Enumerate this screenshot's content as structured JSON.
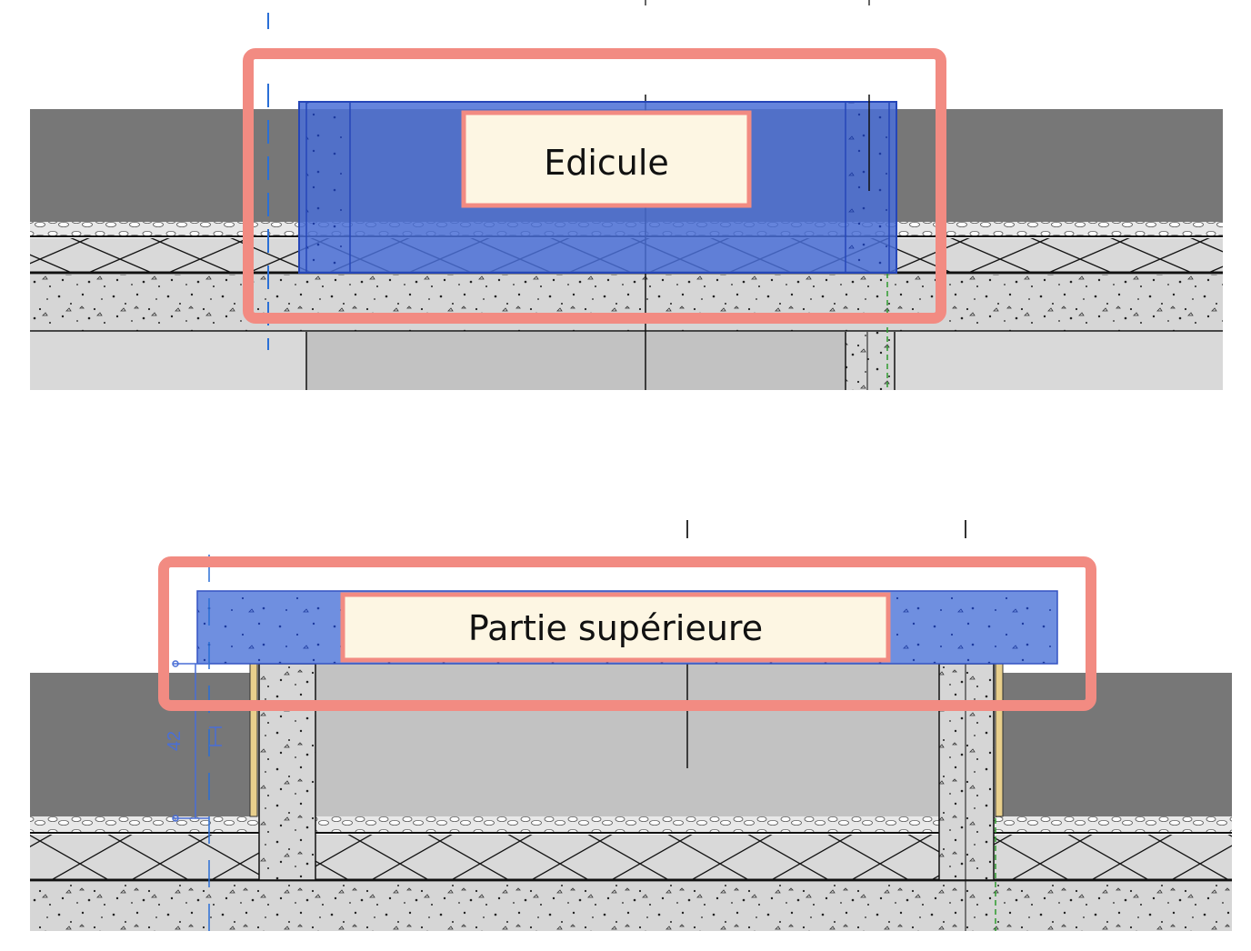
{
  "panels": [
    {
      "callout": {
        "label": "Edicule"
      }
    },
    {
      "callout": {
        "label": "Partie supérieure"
      },
      "dimension": {
        "value": "42"
      }
    }
  ],
  "colors": {
    "highlight_frame": "#f28b82",
    "label_fill": "#fdf6e3",
    "selection_blue": "#4a6fd6",
    "wall_dark": "#777777",
    "slab_concrete": "#d6d6d6",
    "insulation": "#d9d9d9",
    "interior_gray": "#c2c2c2",
    "floor_light": "#d9d9d9",
    "wood_stud": "#e8cf8c"
  }
}
